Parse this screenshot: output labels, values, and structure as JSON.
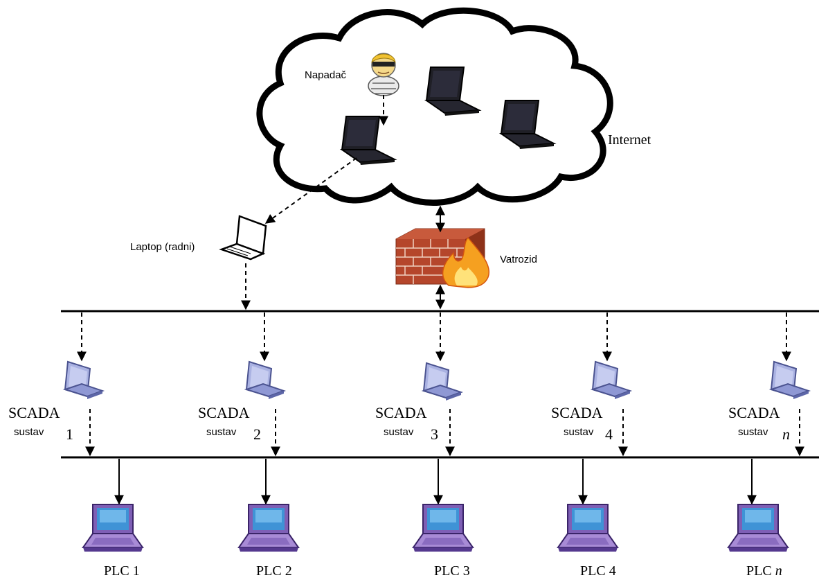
{
  "labels": {
    "attacker": "Napadač",
    "internet": "Internet",
    "work_laptop": "Laptop (radni)",
    "firewall": "Vatrozid"
  },
  "scada": [
    {
      "title": "SCADA",
      "sub": "sustav",
      "num": "1"
    },
    {
      "title": "SCADA",
      "sub": "sustav",
      "num": "2"
    },
    {
      "title": "SCADA",
      "sub": "sustav",
      "num": "3"
    },
    {
      "title": "SCADA",
      "sub": "sustav",
      "num": "4"
    },
    {
      "title": "SCADA",
      "sub": "sustav",
      "num": "n"
    }
  ],
  "plc": [
    {
      "title": "PLC",
      "num": "1"
    },
    {
      "title": "PLC",
      "num": "2"
    },
    {
      "title": "PLC",
      "num": "3"
    },
    {
      "title": "PLC",
      "num": "4"
    },
    {
      "title": "PLC",
      "num": "n"
    }
  ],
  "colors": {
    "line": "#000000",
    "scada_laptop": "#8a95cf",
    "plc_laptop": "#9a7fc7",
    "plc_screen": "#3f93d6",
    "brick": "#b5462b",
    "flame": "#f5a020"
  }
}
